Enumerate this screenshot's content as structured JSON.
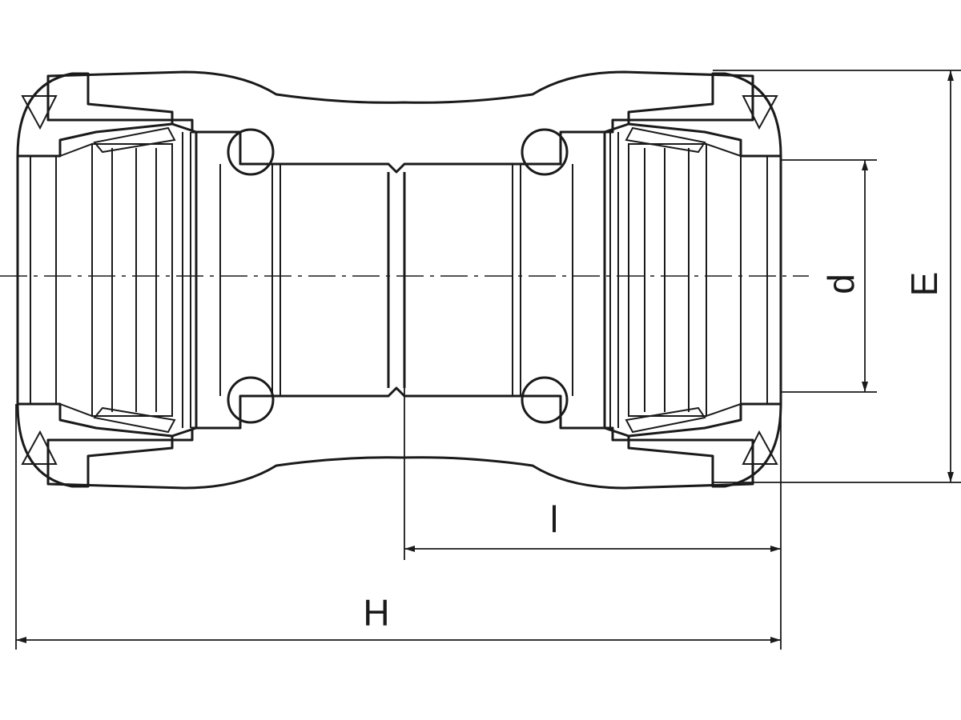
{
  "dimensions": {
    "overall_length": "H",
    "insertion_depth": "l",
    "pipe_diameter": "d",
    "outer_diameter": "E"
  }
}
